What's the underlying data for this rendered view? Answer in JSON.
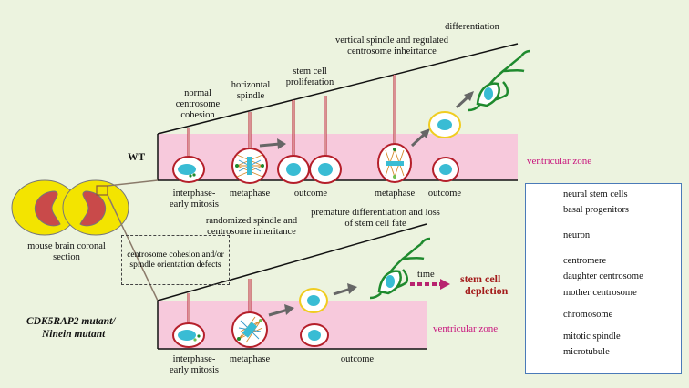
{
  "wt": {
    "label": "WT",
    "zone": "ventricular zone",
    "stage1": "normal centrosome cohesion",
    "stage2": "horizontal spindle",
    "stage3": "stem cell proliferation",
    "stage4": "vertical spindle and regulated centrosome inheirtance",
    "stage5": "differentiation",
    "bottom1": "interphase-early mitosis",
    "bottom2": "metaphase",
    "bottom3": "outcome",
    "bottom4": "metaphase",
    "bottom5": "outcome"
  },
  "brain": {
    "label": "mouse brain coronal section"
  },
  "mutant": {
    "label_line1": "CDK5RAP2 mutant/",
    "label_line2": "Ninein mutant",
    "zone": "ventricular zone",
    "defects": "centrosome cohesion and/or spindle orientation defects",
    "stage2": "randomized spindle and centrosome inheritance",
    "stage3": "premature differentiation and loss of stem cell fate",
    "time": "time",
    "depletion_line1": "stem cell",
    "depletion_line2": "depletion",
    "bottom1": "interphase-early mitosis",
    "bottom2": "metaphase",
    "bottom3": "outcome"
  },
  "legend": {
    "items": [
      {
        "label": "neural stem cells",
        "icon": "neural-stem-cell-icon"
      },
      {
        "label": "basal progenitors",
        "icon": "basal-progenitor-icon"
      },
      {
        "label": "neuron",
        "icon": "neuron-icon"
      },
      {
        "label": "centromere",
        "icon": "centromere-icon"
      },
      {
        "label": "daughter centrosome",
        "icon": "daughter-centrosome-icon"
      },
      {
        "label": "mother centrosome",
        "icon": "mother-centrosome-icon"
      },
      {
        "label": "chromosome",
        "icon": "chromosome-icon"
      },
      {
        "label": "mitotic spindle",
        "icon": "mitotic-spindle-icon"
      },
      {
        "label": "microtubule",
        "icon": "microtubule-icon"
      }
    ]
  },
  "colors": {
    "background": "#ecf3df",
    "zone": "#f7c9dc",
    "cell_border": "#b51f2a",
    "progenitor_border": "#f0cc20",
    "neuron": "#1f8a2e",
    "chromosome": "#39bcd4",
    "brain": "#f3e400",
    "arrow": "#666666",
    "time_arrow": "#b8236f"
  }
}
